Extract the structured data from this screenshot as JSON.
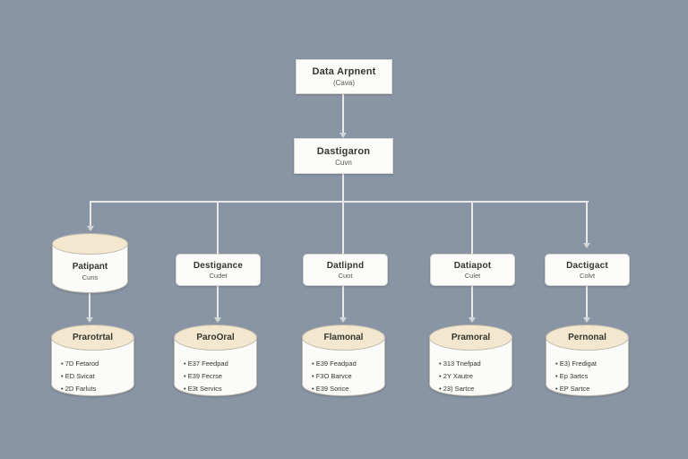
{
  "colors": {
    "background": "#8995a4",
    "node_bg": "#fcfcfb",
    "node_border": "#d6d6d2",
    "cylinder_top": "#f3e8cf",
    "cylinder_border": "#bdb9ac",
    "line": "#e9e9e7",
    "text": "#35352f"
  },
  "top_nodes": [
    {
      "title": "Data Arpnent",
      "subtitle": "(Cava)"
    },
    {
      "title": "Dastigaron",
      "subtitle": "Cuvn"
    }
  ],
  "middle_nodes": [
    {
      "type": "cylinder",
      "title": "Patipant",
      "subtitle": "Cuns"
    },
    {
      "type": "box",
      "title": "Destigance",
      "subtitle": "Cudet"
    },
    {
      "type": "box",
      "title": "Datlipnd",
      "subtitle": "Cuot"
    },
    {
      "type": "box",
      "title": "Datiapot",
      "subtitle": "Culet"
    },
    {
      "type": "box",
      "title": "Dactigact",
      "subtitle": "Colvt"
    }
  ],
  "bottom_cylinders": [
    {
      "title": "Prarotrtal",
      "items": [
        "• 7D Fetarod",
        "• ED Svicat",
        "• 2D Farluts"
      ]
    },
    {
      "title": "ParoOral",
      "items": [
        "• E37 Feedpad",
        "• E39 Fecrse",
        "• E3t Servics"
      ]
    },
    {
      "title": "Flamonal",
      "items": [
        "• E39 Feadpad",
        "• F3O Barvce",
        "• E39 Sorice"
      ]
    },
    {
      "title": "Pramoral",
      "items": [
        "• 313 Tnefpad",
        "• 2Y Xautre",
        "• 23) Sartce"
      ]
    },
    {
      "title": "Pernonal",
      "items": [
        "• E3) Fredigat",
        "• Ep 3artcs",
        "• EP Sartce"
      ]
    }
  ]
}
